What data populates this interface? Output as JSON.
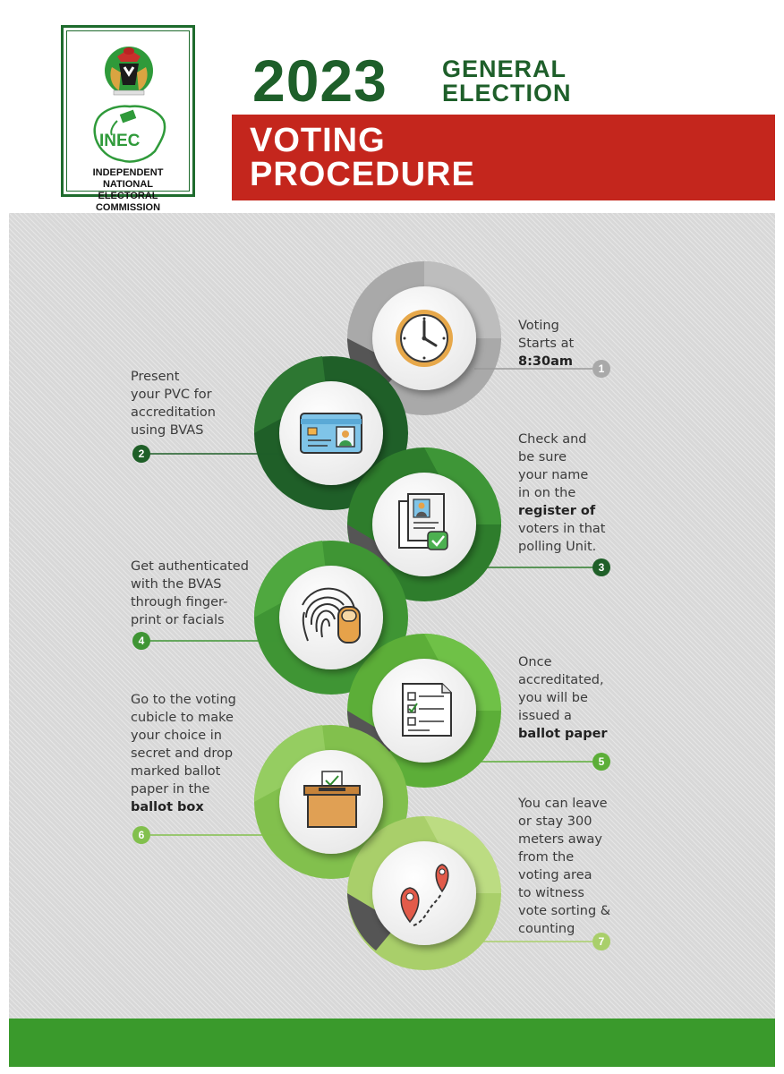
{
  "header": {
    "year": "2023",
    "title_line1": "GENERAL",
    "title_line2": "ELECTION",
    "banner_line1": "VOTING",
    "banner_line2": "PROCEDURE",
    "logo": {
      "acronym": "INEC",
      "commission_line1": "INDEPENDENT NATIONAL",
      "commission_line2": "ELECTORAL COMMISSION"
    }
  },
  "colors": {
    "brand_green": "#1e5f2a",
    "banner_red": "#c4261d",
    "step1": "#a9a9a9",
    "step2": "#1f5f28",
    "step3": "#2e7d2c",
    "step4": "#3f9534",
    "step5": "#5cae38",
    "step6": "#82c04d",
    "step7": "#a9cf6a",
    "footer": "#3a9a2c"
  },
  "steps": [
    {
      "number": "1",
      "icon": "clock-icon",
      "lines": [
        "Voting",
        "Starts at",
        "8:30am"
      ]
    },
    {
      "number": "2",
      "icon": "id-card-icon",
      "lines": [
        "Present",
        "your PVC for",
        "accreditation",
        "using BVAS"
      ]
    },
    {
      "number": "3",
      "icon": "voter-register-icon",
      "lines": [
        "Check and",
        "be sure",
        "your name",
        "in on the",
        "register of",
        "voters in that",
        "polling Unit."
      ]
    },
    {
      "number": "4",
      "icon": "fingerprint-icon",
      "lines": [
        "Get authenticated",
        "with the BVAS",
        "through finger-",
        "print or facials"
      ]
    },
    {
      "number": "5",
      "icon": "ballot-paper-icon",
      "lines": [
        "Once",
        "accreditated,",
        "you will be",
        "issued a",
        "ballot paper"
      ]
    },
    {
      "number": "6",
      "icon": "ballot-box-icon",
      "lines": [
        "Go to the voting",
        "cubicle to make",
        "your choice in",
        "secret and drop",
        "marked ballot",
        "paper in the",
        "ballot box"
      ]
    },
    {
      "number": "7",
      "icon": "location-pins-icon",
      "lines": [
        "You can leave",
        "or stay 300",
        "meters away",
        "from the",
        "voting area",
        "to witness",
        "vote sorting &",
        "counting"
      ]
    }
  ]
}
